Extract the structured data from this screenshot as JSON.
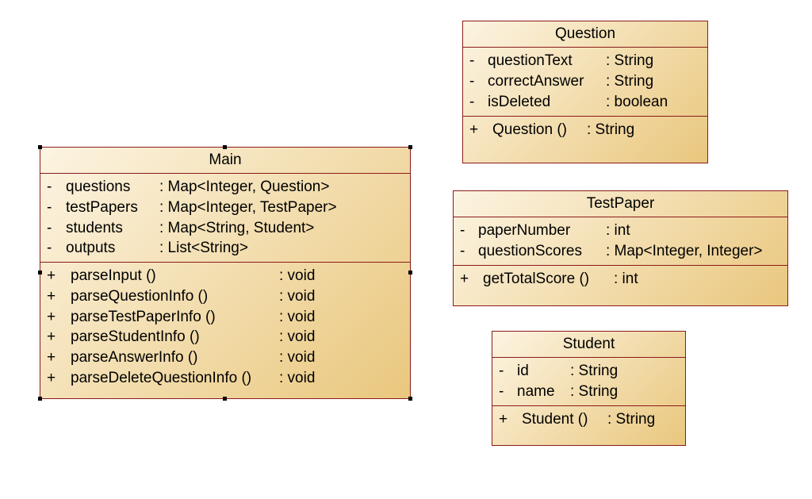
{
  "classes": {
    "main": {
      "name": "Main",
      "attributes": [
        {
          "visibility": "-",
          "name": "questions",
          "type": ": Map<Integer, Question>"
        },
        {
          "visibility": "-",
          "name": "testPapers",
          "type": ": Map<Integer, TestPaper>"
        },
        {
          "visibility": "-",
          "name": "students",
          "type": ": Map<String, Student>"
        },
        {
          "visibility": "-",
          "name": "outputs",
          "type": ": List<String>"
        }
      ],
      "operations": [
        {
          "visibility": "+",
          "name": "parseInput ()",
          "type": ": void"
        },
        {
          "visibility": "+",
          "name": "parseQuestionInfo ()",
          "type": ": void"
        },
        {
          "visibility": "+",
          "name": "parseTestPaperInfo ()",
          "type": ": void"
        },
        {
          "visibility": "+",
          "name": "parseStudentInfo ()",
          "type": ": void"
        },
        {
          "visibility": "+",
          "name": "parseAnswerInfo ()",
          "type": ": void"
        },
        {
          "visibility": "+",
          "name": "parseDeleteQuestionInfo ()",
          "type": ": void"
        }
      ]
    },
    "question": {
      "name": "Question",
      "attributes": [
        {
          "visibility": "-",
          "name": "questionText",
          "type": ": String"
        },
        {
          "visibility": "-",
          "name": "correctAnswer",
          "type": ": String"
        },
        {
          "visibility": "-",
          "name": "isDeleted",
          "type": ": boolean"
        }
      ],
      "operations": [
        {
          "visibility": "+",
          "name": "Question ()",
          "type": ": String"
        }
      ]
    },
    "testpaper": {
      "name": "TestPaper",
      "attributes": [
        {
          "visibility": "-",
          "name": "paperNumber",
          "type": ": int"
        },
        {
          "visibility": "-",
          "name": "questionScores",
          "type": ": Map<Integer, Integer>"
        }
      ],
      "operations": [
        {
          "visibility": "+",
          "name": "getTotalScore ()",
          "type": ": int"
        }
      ]
    },
    "student": {
      "name": "Student",
      "attributes": [
        {
          "visibility": "-",
          "name": "id",
          "type": ": String"
        },
        {
          "visibility": "-",
          "name": "name",
          "type": ": String"
        }
      ],
      "operations": [
        {
          "visibility": "+",
          "name": "Student ()",
          "type": ": String"
        }
      ]
    }
  },
  "colors": {
    "border": "#8b1a1a",
    "fill_light": "#fcf4e2",
    "fill_dark": "#e9c77d",
    "selection_handle": "#000000"
  }
}
